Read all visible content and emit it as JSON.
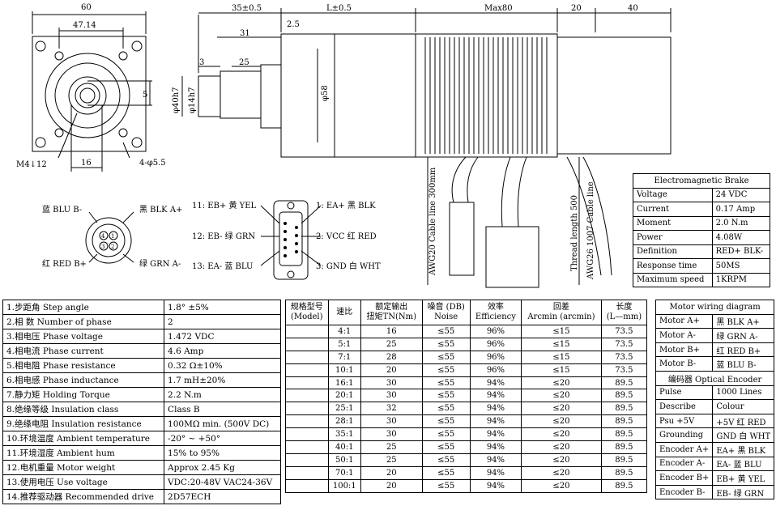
{
  "drawing": {
    "front_view": {
      "dim_width": "60",
      "dim_bolt": "47.14",
      "dim_keyway": "5",
      "dim_screw": "M4↓12",
      "dim_hub": "16",
      "dim_holes": "4-φ5.5"
    },
    "side_view": {
      "dim_flange": "35±0.5",
      "dim_L": "L±0.5",
      "dim_max": "Max80",
      "dim_20": "20",
      "dim_40": "40",
      "dim_25": "2.5",
      "dim_31": "31",
      "dim_3": "3",
      "dim_25b": "25",
      "dim_d40": "φ40h7",
      "dim_d14": "φ14h7",
      "dim_d58": "φ58",
      "cable_left": "AWG20 Cable line 300mm",
      "cable_right_1": "Thread length 500",
      "cable_right_2": "AWG26 1007 Cable line"
    },
    "connector4": {
      "pin_blu": "蓝 BLU B-",
      "pin_blk": "黑 BLK A+",
      "pin_red": "红 RED B+",
      "pin_grn": "绿 GRN A-",
      "pins": [
        "4",
        "1",
        "3",
        "2"
      ]
    },
    "db9": {
      "p11": "11: EB+ 黄 YEL",
      "p12": "12: EB- 绿 GRN",
      "p13": "13: EA- 蓝 BLU",
      "p1": "1: EA+ 黑 BLK",
      "p2": "2: VCC 红 RED",
      "p3": "3: GND 白 WHT"
    }
  },
  "brake": {
    "title": "Electromagnetic Brake",
    "rows": [
      [
        "Voltage",
        "24 VDC"
      ],
      [
        "Current",
        "0.17 Amp"
      ],
      [
        "Moment",
        "2.0 N.m"
      ],
      [
        "Power",
        "4.08W"
      ],
      [
        "Definition",
        "RED+ BLK-"
      ],
      [
        "Response time",
        "50MS"
      ],
      [
        "Maximum speed",
        "1KRPM"
      ]
    ]
  },
  "motor_specs": [
    [
      "1.步距角 Step angle",
      "1.8° ±5%"
    ],
    [
      "2.相  数 Number of phase",
      "2"
    ],
    [
      "3.相电压 Phase voltage",
      "1.472 VDC"
    ],
    [
      "4.相电流 Phase current",
      "4.6 Amp"
    ],
    [
      "5.相电阻 Phase resistance",
      "0.32 Ω±10%"
    ],
    [
      "6.相电感 Phase inductance",
      "1.7 mH±20%"
    ],
    [
      "7.静力矩 Holding Torque",
      "2.2 N.m"
    ],
    [
      "8.绝缘等级 Insulation class",
      "Class B"
    ],
    [
      "9.绝缘电阻 Insulation resistance",
      "100MΩ min. (500V DC)"
    ],
    [
      "10.环境温度 Ambient temperature",
      "-20° ~ +50°"
    ],
    [
      "11.环境湿度 Ambient hum",
      "15% to 95%"
    ],
    [
      "12.电机重量 Motor weight",
      "Approx 2.45 Kg"
    ],
    [
      "13.使用电压 Use voltage",
      "VDC:20-48V VAC24-36V"
    ],
    [
      "14.推荐驱动器 Recommended drive",
      "2D57ECH"
    ]
  ],
  "gearbox": {
    "headers": [
      [
        "规格型号",
        "(Model)"
      ],
      [
        "速比",
        ""
      ],
      [
        "额定输出",
        "扭矩TN(Nm)"
      ],
      [
        "噪音 (DB)",
        "Noise"
      ],
      [
        "效率",
        "Efficiency"
      ],
      [
        "回差",
        "Arcmin (arcmin)"
      ],
      [
        "长度",
        "(L—mm)"
      ]
    ],
    "rows": [
      [
        "",
        "4:1",
        "16",
        "≤55",
        "96%",
        "≤15",
        "73.5"
      ],
      [
        "",
        "5:1",
        "25",
        "≤55",
        "96%",
        "≤15",
        "73.5"
      ],
      [
        "",
        "7:1",
        "28",
        "≤55",
        "96%",
        "≤15",
        "73.5"
      ],
      [
        "",
        "10:1",
        "20",
        "≤55",
        "96%",
        "≤15",
        "73.5"
      ],
      [
        "",
        "16:1",
        "30",
        "≤55",
        "94%",
        "≤20",
        "89.5"
      ],
      [
        "",
        "20:1",
        "30",
        "≤55",
        "94%",
        "≤20",
        "89.5"
      ],
      [
        "",
        "25:1",
        "32",
        "≤55",
        "94%",
        "≤20",
        "89.5"
      ],
      [
        "",
        "28:1",
        "30",
        "≤55",
        "94%",
        "≤20",
        "89.5"
      ],
      [
        "",
        "35:1",
        "30",
        "≤55",
        "94%",
        "≤20",
        "89.5"
      ],
      [
        "",
        "40:1",
        "25",
        "≤55",
        "94%",
        "≤20",
        "89.5"
      ],
      [
        "",
        "50:1",
        "25",
        "≤55",
        "94%",
        "≤20",
        "89.5"
      ],
      [
        "",
        "70:1",
        "20",
        "≤55",
        "94%",
        "≤20",
        "89.5"
      ],
      [
        "",
        "100:1",
        "20",
        "≤55",
        "94%",
        "≤20",
        "89.5"
      ]
    ]
  },
  "wiring": {
    "title": "Motor wiring diagram",
    "rows": [
      [
        "Motor A+",
        "黑 BLK A+"
      ],
      [
        "Motor A-",
        "绿 GRN A-"
      ],
      [
        "Motor B+",
        "红 RED B+"
      ],
      [
        "Motor B-",
        "蓝 BLU B-"
      ]
    ],
    "encoder_title": "编码器 Optical Encoder",
    "encoder_rows": [
      [
        "Pulse",
        "1000 Lines"
      ],
      [
        "Describe",
        "Colour"
      ],
      [
        "Psu +5V",
        "+5V 红 RED"
      ],
      [
        "Grounding",
        "GND 白 WHT"
      ],
      [
        "Encoder A+",
        "EA+ 黑 BLK"
      ],
      [
        "Encoder A-",
        "EA- 蓝 BLU"
      ],
      [
        "Encoder B+",
        "EB+ 黄 YEL"
      ],
      [
        "Encoder B-",
        "EB- 绿 GRN"
      ]
    ]
  }
}
